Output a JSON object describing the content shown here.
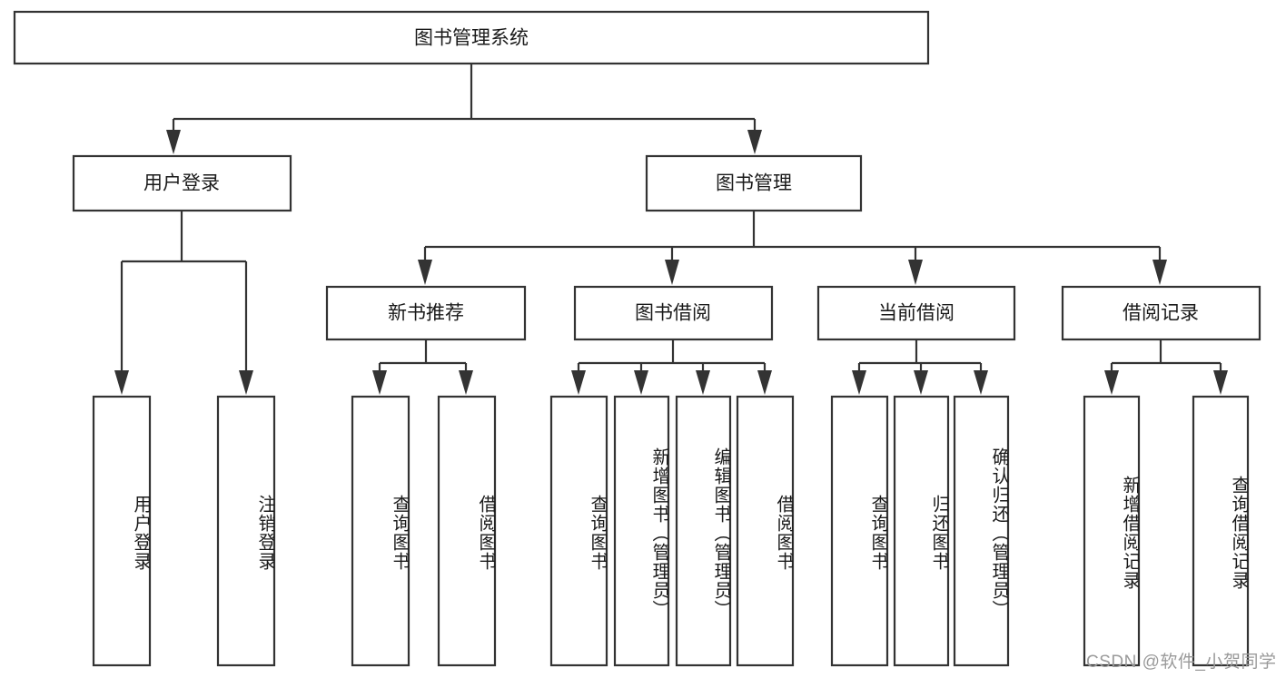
{
  "diagram": {
    "type": "tree-hierarchy",
    "title": "图书管理系统",
    "orientation": "top-down",
    "colors": {
      "box_stroke": "#333333",
      "box_fill": "#ffffff",
      "text": "#1a1a1a",
      "watermark": "#9a9a9a",
      "page_background": "#ffffff"
    },
    "root": {
      "label": "图书管理系统"
    },
    "level2": [
      {
        "label": "用户登录"
      },
      {
        "label": "图书管理"
      }
    ],
    "level3": [
      {
        "label": "新书推荐"
      },
      {
        "label": "图书借阅"
      },
      {
        "label": "当前借阅"
      },
      {
        "label": "借阅记录"
      }
    ],
    "leaves": {
      "user_login": [
        {
          "label": "用户登录"
        },
        {
          "label": "注销登录"
        }
      ],
      "new_book_recommend": [
        {
          "label": "查询图书"
        },
        {
          "label": "借阅图书"
        }
      ],
      "book_borrow": [
        {
          "label": "查询图书"
        },
        {
          "label": "新增图书（管理员）"
        },
        {
          "label": "编辑图书（管理员）"
        },
        {
          "label": "借阅图书"
        }
      ],
      "current_borrow": [
        {
          "label": "查询图书"
        },
        {
          "label": "归还图书"
        },
        {
          "label": "确认归还（管理员）"
        }
      ],
      "borrow_record": [
        {
          "label": "新增借阅记录"
        },
        {
          "label": "查询借阅记录"
        }
      ]
    }
  },
  "watermark": {
    "text": "CSDN @软件_小贺同学"
  }
}
